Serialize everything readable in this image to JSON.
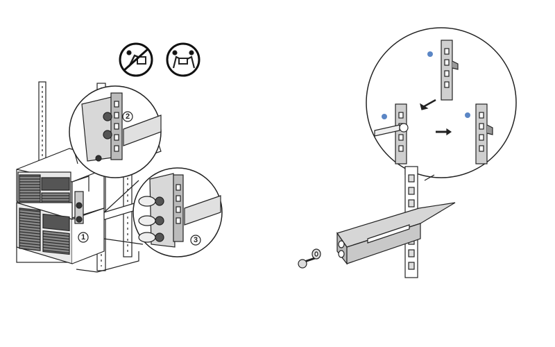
{
  "figure": {
    "left_panel": {
      "warning_icons": [
        "no-single-person-lift-icon",
        "two-person-lift-icon"
      ],
      "callouts": [
        {
          "label": "1"
        },
        {
          "label": "2"
        },
        {
          "label": "3"
        }
      ]
    },
    "right_panel": {
      "parts": [
        "rack-post",
        "support-bracket",
        "screw",
        "washer",
        "dot-marker",
        "arrow"
      ],
      "colors": {
        "dot_marker": "#5b86c5",
        "part_fill": "#bdbdbd",
        "line": "#222222"
      }
    }
  }
}
